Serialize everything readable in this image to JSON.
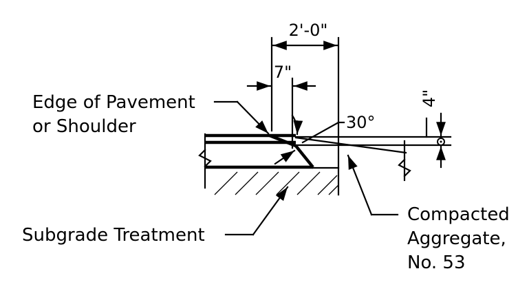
{
  "dimensions": {
    "top": "2'-0\"",
    "inner": "7\"",
    "vertical": "4\"",
    "angle": "30°"
  },
  "labels": {
    "edge_line1": "Edge of Pavement",
    "edge_line2": "or Shoulder",
    "subgrade": "Subgrade Treatment",
    "compacted_line1": "Compacted",
    "compacted_line2": "Aggregate,",
    "compacted_line3": "No. 53"
  }
}
